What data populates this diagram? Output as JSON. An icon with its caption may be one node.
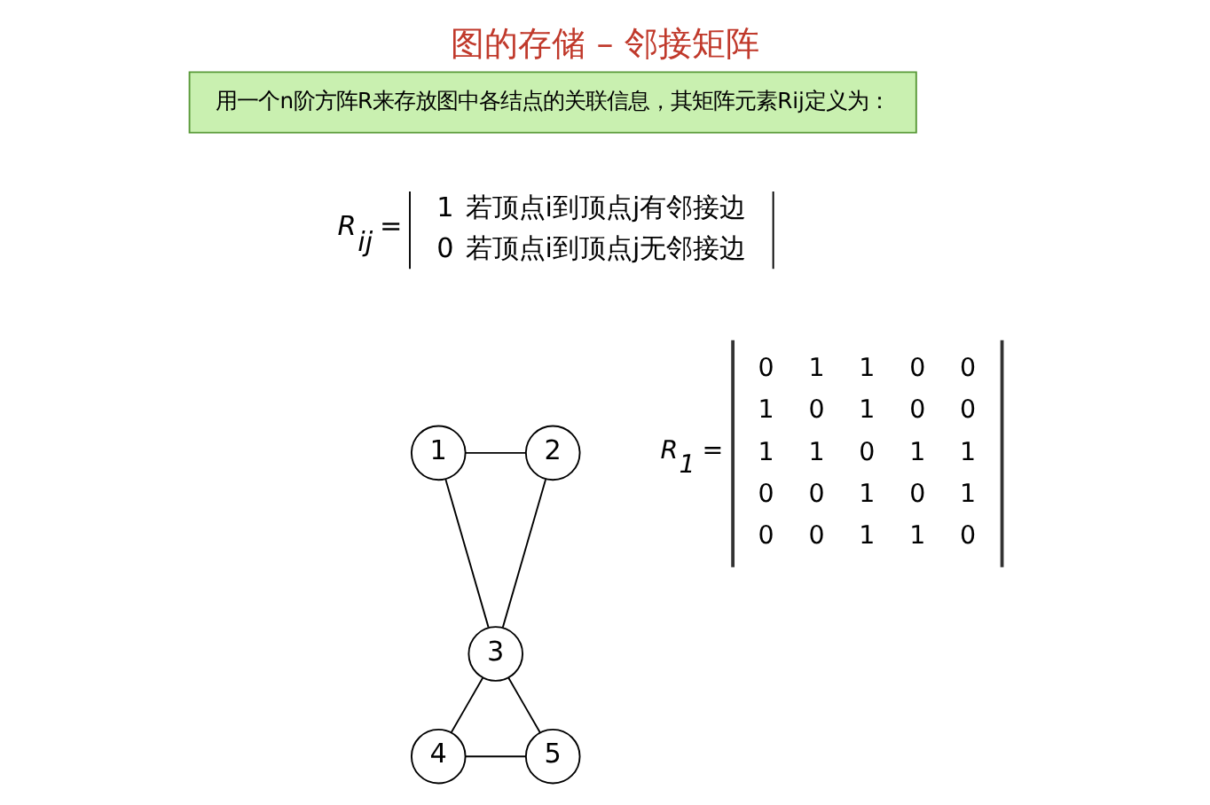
{
  "diagram": {
    "title": "图的存储 – 邻接矩阵",
    "nodes": [
      {
        "text": [
          "用一个n阶方阵R来存放图中各结点的关联信息，其矩阵元素Rij定义为："
        ]
      },
      {
        "text": [
          "1"
        ]
      },
      {
        "text": [
          "2"
        ]
      },
      {
        "text": [
          "3"
        ]
      },
      {
        "text": [
          "4"
        ]
      },
      {
        "text": [
          "5"
        ]
      }
    ],
    "edges": [
      {
        "from": 1,
        "to": 2,
        "arrow": "none"
      },
      {
        "from": 1,
        "to": 3,
        "arrow": "none"
      },
      {
        "from": 2,
        "to": 3,
        "arrow": "none"
      },
      {
        "from": 3,
        "to": 4,
        "arrow": "none"
      },
      {
        "from": 3,
        "to": 5,
        "arrow": "none"
      },
      {
        "from": 4,
        "to": 5,
        "arrow": "none"
      }
    ],
    "labels": [
      "R$_{ij}$ =",
      "1",
      "若顶点i到顶点j有邻接边",
      "0",
      "若顶点i到顶点j无邻接边",
      "R$_{1}$ =",
      "0",
      "1",
      "1",
      "0",
      "0",
      "1",
      "0",
      "1",
      "0",
      "0",
      "1",
      "1",
      "0",
      "1",
      "1",
      "0",
      "0",
      "1",
      "0",
      "1",
      "0",
      "0",
      "1",
      "1",
      "0"
    ]
  }
}
